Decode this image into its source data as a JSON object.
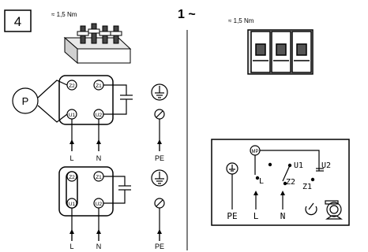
{
  "step_number": "4",
  "phase_label": "1 ~",
  "torque_left": "≈ 1,5 Nm",
  "torque_right": "≈ 1,5 Nm",
  "motor_label": "P",
  "top_wiring": {
    "terminals": [
      "Z2",
      "Z1",
      "U1",
      "U2"
    ],
    "leads": [
      "L",
      "N"
    ],
    "earth": "PE"
  },
  "bottom_wiring": {
    "terminals": [
      "Z2",
      "Z1",
      "U1",
      "U2"
    ],
    "leads": [
      "L",
      "N"
    ],
    "earth": "PE"
  },
  "schematic": {
    "motor_protector": "MP",
    "labels": [
      "U1",
      "U2",
      "Z2",
      "Z1",
      "L",
      "PE",
      "L",
      "N"
    ]
  }
}
